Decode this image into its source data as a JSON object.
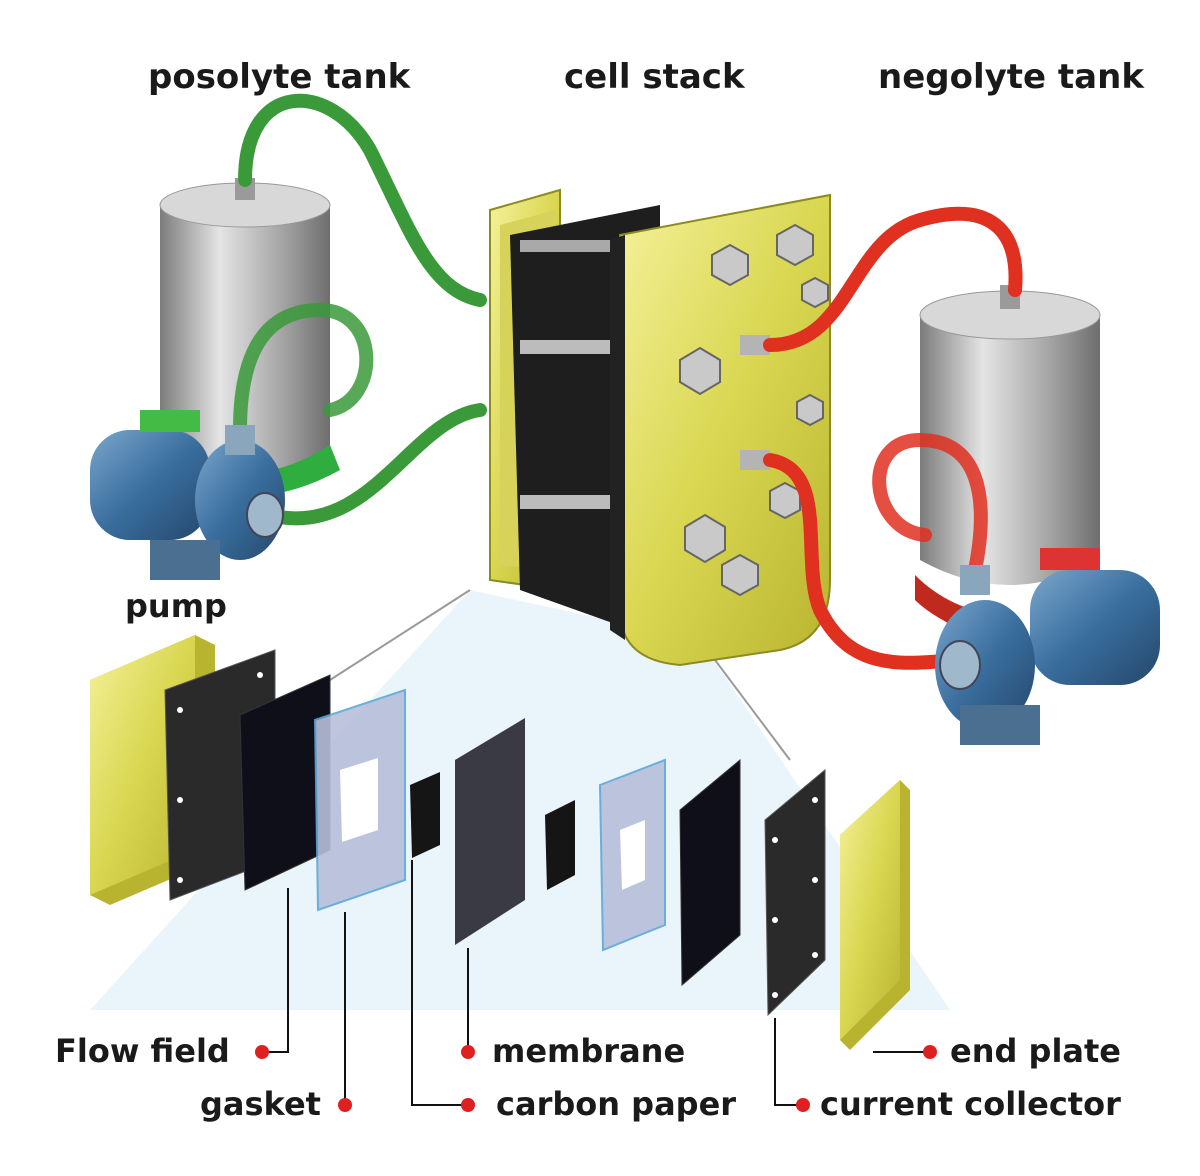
{
  "labels": {
    "posolyte_tank": "posolyte tank",
    "cell_stack": "cell stack",
    "negolyte_tank": "negolyte tank",
    "pump": "pump",
    "flow_field": "Flow field",
    "gasket": "gasket",
    "membrane": "membrane",
    "carbon_paper": "carbon paper",
    "current_collector": "current collector",
    "end_plate": "end plate"
  },
  "colors": {
    "posolyte_tube": "#3a9a3a",
    "negolyte_tube": "#e03020",
    "end_plate": "#e4e070",
    "leader_dot": "#e02020",
    "tank_metal": "#b8b8b8",
    "pump_blue": "#3a6e9e"
  }
}
